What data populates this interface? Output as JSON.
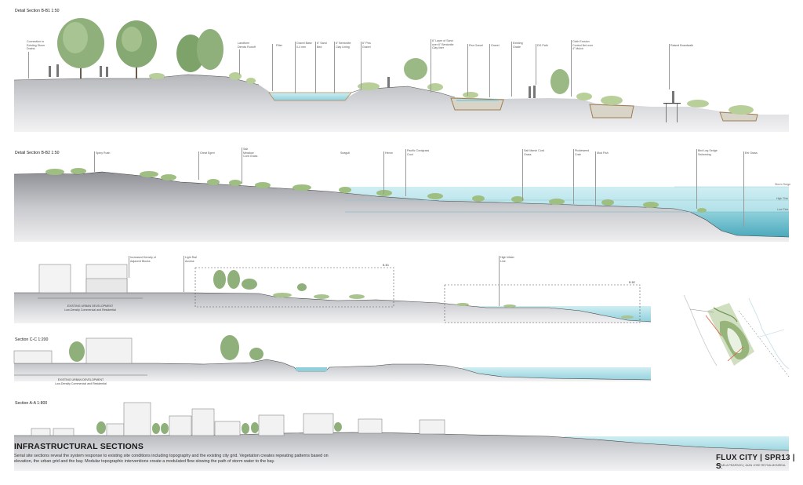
{
  "sections": {
    "b1": {
      "title": "Detail Section B-B1 1:50",
      "labels": [
        "Connection to\nExisting Storm\nDrains",
        "Landform\nDirects Runoff",
        "Filter",
        "Gravel Base\n0-4 mm",
        "6\" Sand\nBed",
        "6\" Bentonite\nClay Lining",
        "6\" Pea\nGravel",
        "6\" Layer of Sand\nover 6\" Bentonite\nClay liner",
        "Pea Gravel",
        "Gravel",
        "Existing\nGrade",
        "DG Path",
        "Cloth Erosion\nControl Net over\n4\" Mulch",
        "Raised Boardwalk"
      ]
    },
    "b2": {
      "title": "Detail Section B-B2 1:50",
      "labels": [
        "Spiny Rush",
        "Great Egret",
        "Salt\nMeadow\nCord Grass",
        "Seagull",
        "Heron",
        "Pacific Cordgrass\nCoot",
        "Salt Marsh Cord\nGrass",
        "Pickleweed\nCrab",
        "Mud Fish",
        "Bird Leg Sedge\nSwimming",
        "Eel Grass"
      ],
      "tides": [
        "Storm Surge",
        "High Tide",
        "Low Tide"
      ]
    },
    "c1": {
      "labels": [
        "Increased Density of\nAdjacent Blocks",
        "Light Rail\nAccess",
        "High Water\nLine"
      ],
      "boxes": [
        "B-B1",
        "B-B2"
      ],
      "dev": "EXISTING URBAN DEVELOPMENT\nLow-Density Commercial and Residential"
    },
    "c2": {
      "title": "Section C-C  1:200",
      "dev": "EXISTING URBAN DEVELOPMENT\nLow-Density Commercial and Residential"
    },
    "a": {
      "title": "Section A-A  1:800"
    }
  },
  "footer": {
    "title": "INFRASTRUCTURAL SECTIONS",
    "description": "Serial site sections reveal the system response to existing site conditions including topography and the existing city grid. Vegetation creates repeating patterns based on elevation, the urban grid and the bay. Modular topographic interventions create a modulated flow slowing the path of storm water to the bay.",
    "brand": "FLUX CITY | SPR13 | S",
    "brand_suffix": ".",
    "authors": "MIKAELA PEARSON | JUAN JOSE REYNA-MONREAL"
  },
  "colors": {
    "ground": "#c9c9cc",
    "ground_dark": "#8c8c90",
    "water": "#bfe4ea",
    "water_deep": "#5fb3c3",
    "tree": "#8fb07a",
    "tree_dark": "#6d9357"
  }
}
